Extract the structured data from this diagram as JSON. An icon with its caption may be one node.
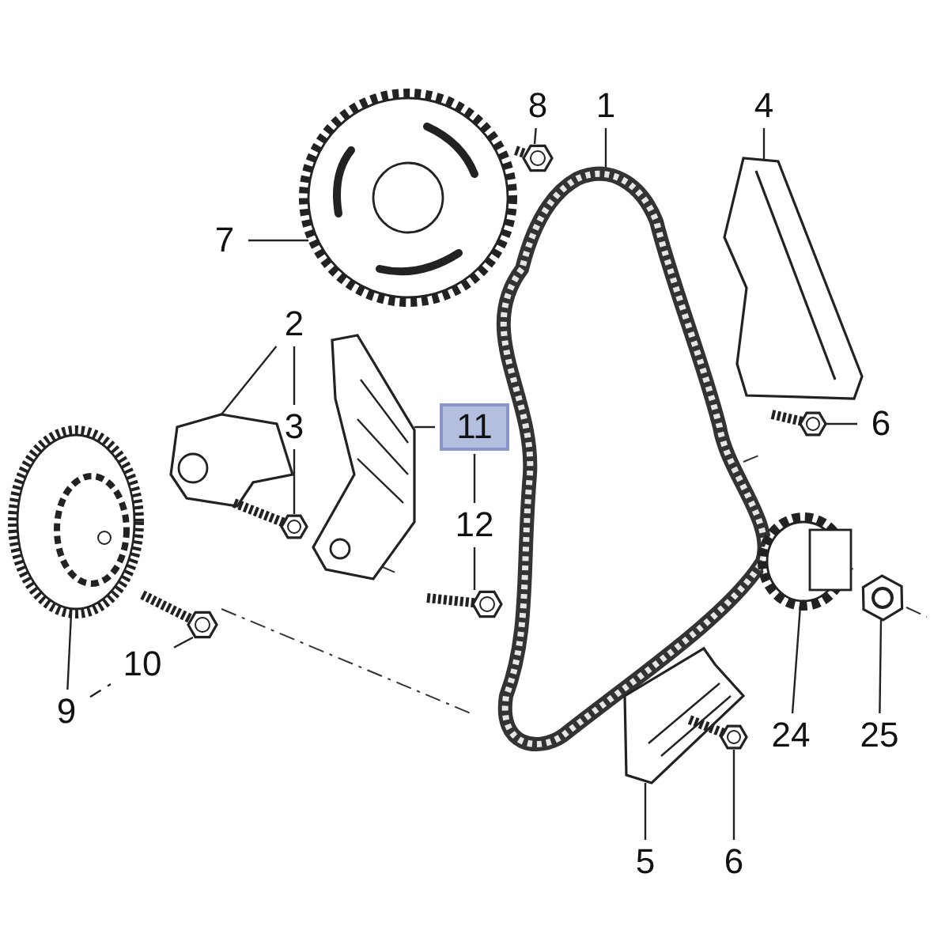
{
  "diagram": {
    "nodes": [
      {
        "text": [
          "8"
        ]
      },
      {
        "text": [
          "1"
        ]
      },
      {
        "text": [
          "4"
        ]
      },
      {
        "text": [
          "7"
        ]
      },
      {
        "text": [
          "2"
        ]
      },
      {
        "text": [
          "3"
        ]
      },
      {
        "text": [
          "11"
        ]
      },
      {
        "text": [
          "6"
        ]
      },
      {
        "text": [
          "12"
        ]
      },
      {
        "text": [
          "10"
        ]
      },
      {
        "text": [
          "9"
        ]
      },
      {
        "text": [
          "24"
        ]
      },
      {
        "text": [
          "25"
        ]
      },
      {
        "text": [
          "5"
        ]
      },
      {
        "text": [
          "6"
        ]
      },
      {
        "text": [],
        "shape": "picture"
      },
      {
        "text": [],
        "shape": "picture"
      },
      {
        "text": [],
        "shape": "picture"
      },
      {
        "text": [],
        "shape": "picture"
      },
      {
        "text": [],
        "shape": "picture"
      },
      {
        "text": [],
        "shape": "picture"
      },
      {
        "text": [],
        "shape": "picture"
      },
      {
        "text": [],
        "shape": "picture"
      },
      {
        "text": [],
        "shape": "picture"
      },
      {
        "text": [],
        "shape": "picture"
      },
      {
        "text": [],
        "shape": "picture"
      },
      {
        "text": [],
        "shape": "picture"
      },
      {
        "text": [],
        "shape": "picture"
      },
      {
        "text": [],
        "shape": "picture"
      },
      {
        "text": [],
        "shape": "picture"
      }
    ],
    "edges": [
      {
        "from": 0,
        "to": 15,
        "arrow": "none"
      },
      {
        "from": 1,
        "to": 16,
        "arrow": "none"
      },
      {
        "from": 2,
        "to": 17,
        "arrow": "none"
      },
      {
        "from": 3,
        "to": 18,
        "arrow": "none"
      },
      {
        "from": 4,
        "to": 19,
        "arrow": "none"
      },
      {
        "from": 5,
        "to": 20,
        "arrow": "none"
      },
      {
        "from": 6,
        "to": 21,
        "arrow": "none"
      },
      {
        "from": 7,
        "to": 22,
        "arrow": "none"
      },
      {
        "from": 8,
        "to": 23,
        "arrow": "none"
      },
      {
        "from": 9,
        "to": 24,
        "arrow": "none"
      },
      {
        "from": 10,
        "to": 25,
        "arrow": "none"
      },
      {
        "from": 11,
        "to": 26,
        "arrow": "none"
      },
      {
        "from": 12,
        "to": 27,
        "arrow": "none"
      },
      {
        "from": 13,
        "to": 28,
        "arrow": "none"
      },
      {
        "from": 14,
        "to": 29,
        "arrow": "none"
      },
      {
        "from": 4,
        "to": 5,
        "arrow": "none"
      },
      {
        "from": 6,
        "to": 8,
        "arrow": "none"
      },
      {
        "from": 10,
        "to": 9,
        "arrow": "none",
        "style": "dashed"
      }
    ]
  }
}
